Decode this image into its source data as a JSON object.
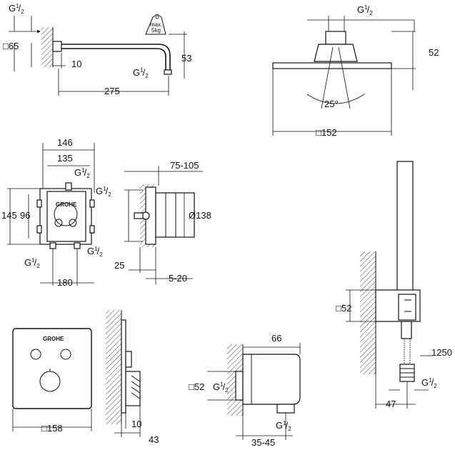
{
  "brand": "GROHE",
  "weight_tag": {
    "line1": "max.",
    "line2": "5kg"
  },
  "labels": {
    "g_half": "G",
    "half_sup": "1",
    "half_sub": "2",
    "square_prefix": "□"
  },
  "shower_arm": {
    "d65": "65",
    "d10": "10",
    "d53": "53",
    "d275": "275"
  },
  "head_shower": {
    "d52": "52",
    "angle": "25°",
    "d152": "152"
  },
  "box_front": {
    "d146": "146",
    "d135": "135",
    "d145": "145",
    "d96": "96",
    "d180": "180"
  },
  "box_side": {
    "d75_105": "75-105",
    "d138": "Ø138",
    "d25": "25",
    "d5_20": "5-20"
  },
  "hand_shower": {
    "d52": "52",
    "d1250": "1250",
    "d47": "47"
  },
  "trim": {
    "d158": "158",
    "d10": "10",
    "d43": "43"
  },
  "elbow": {
    "d66": "66",
    "d52": "52",
    "d35_45": "35-45"
  }
}
